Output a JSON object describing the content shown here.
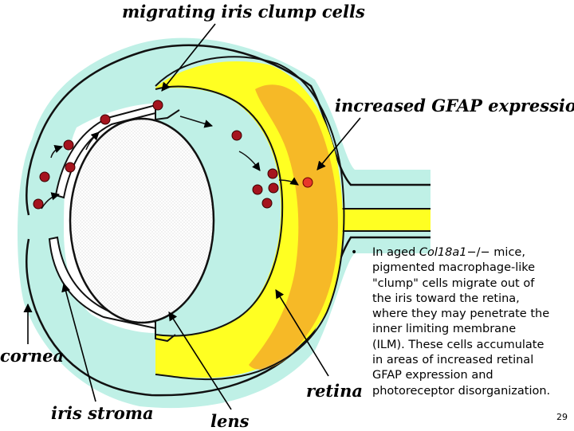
{
  "labels": {
    "migrating": "migrating iris clump cells",
    "gfap": "increased GFAP expression",
    "cornea": "cornea",
    "retina": "retina",
    "iris_stroma": "iris stroma",
    "lens": "lens"
  },
  "note": {
    "bullet": "•",
    "lines": [
      [
        "In aged ",
        "Col18a1",
        "−/− mice,"
      ],
      "pigmented macrophage-like",
      "\"clump\" cells migrate out of",
      "the iris toward the retina,",
      "where they may penetrate the",
      "inner limiting membrane",
      "(ILM). These cells accumulate",
      "in areas of increased retinal",
      "GFAP expression and",
      "photoreceptor disorganization."
    ]
  },
  "page_number": "29",
  "colors": {
    "outer_tissue": "#bff0e6",
    "retina": "#ffff22",
    "gfap_zone": "#f5b128",
    "clump_cell": "#a5141e",
    "gfap_cell": "#e8382a",
    "lens_fill": "#f2f2f2"
  }
}
